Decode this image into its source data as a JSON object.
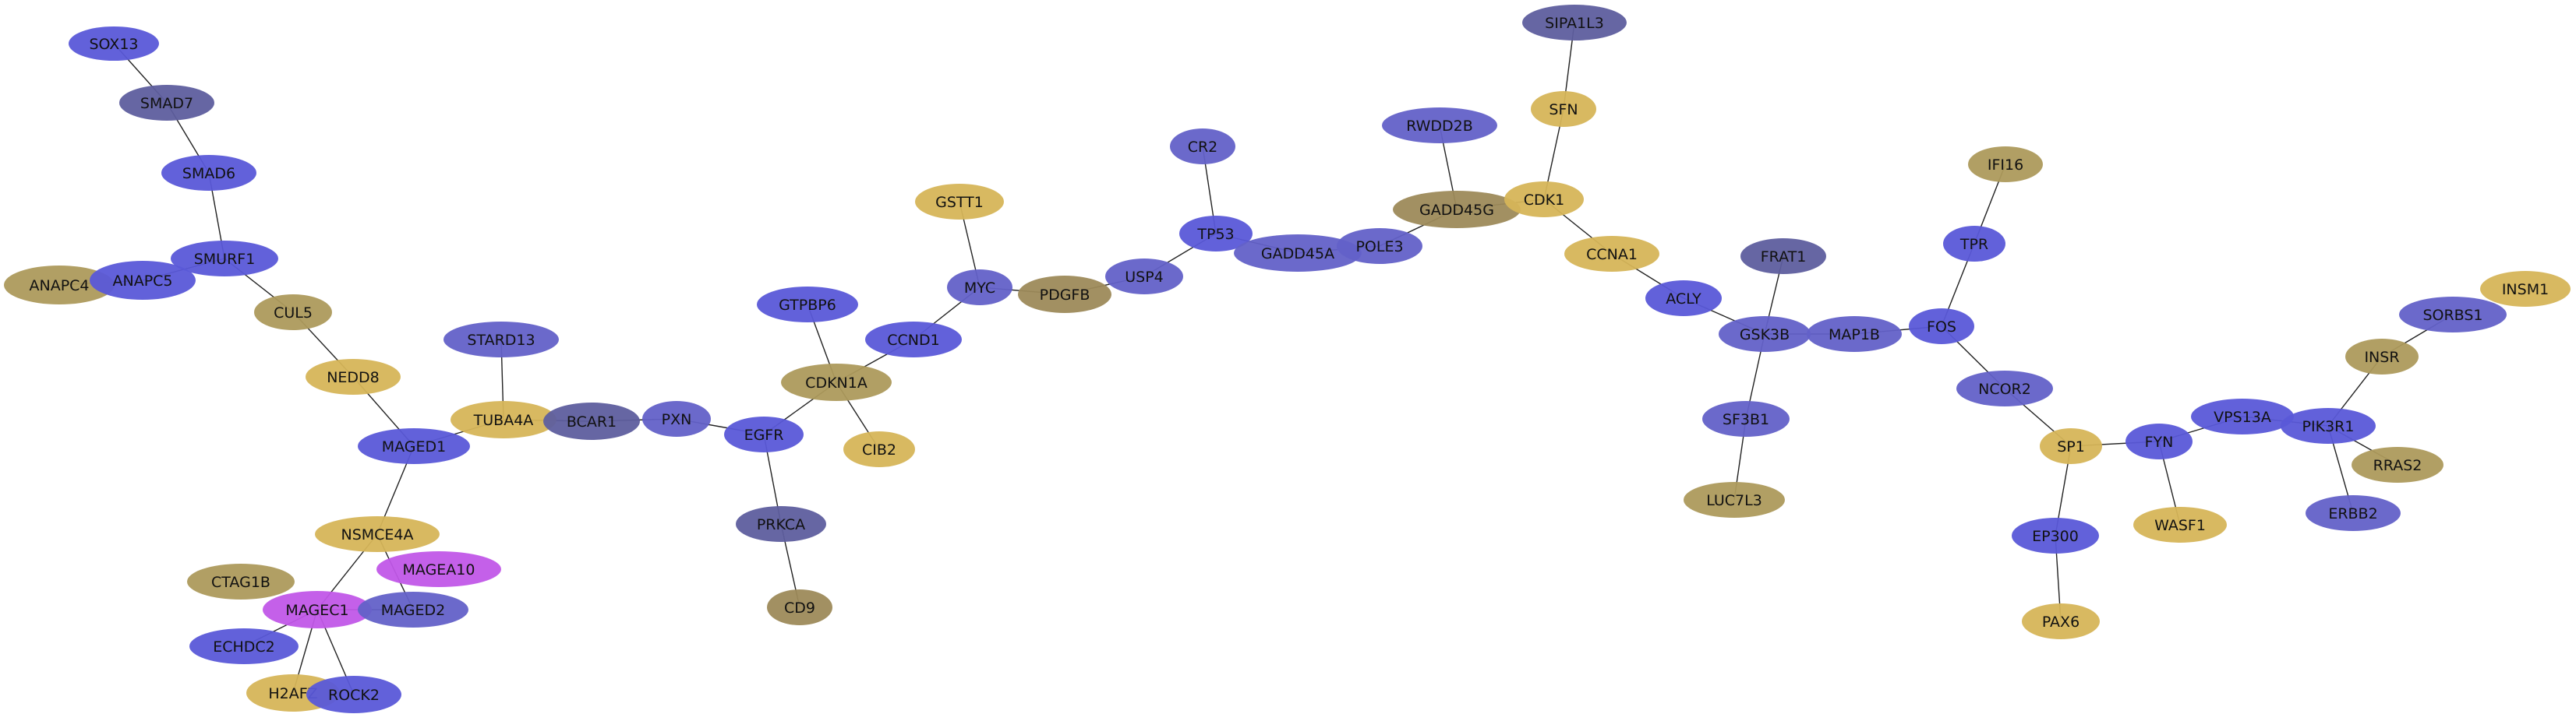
{
  "palette": {
    "blue": "#5a58d8",
    "slate": "#5e5e9e",
    "indigo": "#6361c8",
    "gold": "#d6b558",
    "olive": "#ad9a5c",
    "brown": "#9d8a5a",
    "purple": "#c157e8",
    "edge": "#222222",
    "background": "#ffffff"
  },
  "nodes": [
    {
      "id": "SOX13",
      "label": "SOX13",
      "color": "blue"
    },
    {
      "id": "SMAD7",
      "label": "SMAD7",
      "color": "slate"
    },
    {
      "id": "SMAD6",
      "label": "SMAD6",
      "color": "blue"
    },
    {
      "id": "SMURF1",
      "label": "SMURF1",
      "color": "blue"
    },
    {
      "id": "ANAPC4",
      "label": "ANAPC4",
      "color": "olive"
    },
    {
      "id": "ANAPC5",
      "label": "ANAPC5",
      "color": "blue"
    },
    {
      "id": "CUL5",
      "label": "CUL5",
      "color": "olive"
    },
    {
      "id": "NEDD8",
      "label": "NEDD8",
      "color": "gold"
    },
    {
      "id": "MAGED1",
      "label": "MAGED1",
      "color": "blue"
    },
    {
      "id": "NSMCE4A",
      "label": "NSMCE4A",
      "color": "gold"
    },
    {
      "id": "MAGEA10",
      "label": "MAGEA10",
      "color": "purple"
    },
    {
      "id": "CTAG1B",
      "label": "CTAG1B",
      "color": "olive"
    },
    {
      "id": "MAGEC1",
      "label": "MAGEC1",
      "color": "purple"
    },
    {
      "id": "MAGED2",
      "label": "MAGED2",
      "color": "indigo"
    },
    {
      "id": "ECHDC2",
      "label": "ECHDC2",
      "color": "blue"
    },
    {
      "id": "H2AFZ",
      "label": "H2AFZ",
      "color": "gold"
    },
    {
      "id": "ROCK2",
      "label": "ROCK2",
      "color": "blue"
    },
    {
      "id": "STARD13",
      "label": "STARD13",
      "color": "indigo"
    },
    {
      "id": "TUBA4A",
      "label": "TUBA4A",
      "color": "gold"
    },
    {
      "id": "BCAR1",
      "label": "BCAR1",
      "color": "slate"
    },
    {
      "id": "PXN",
      "label": "PXN",
      "color": "indigo"
    },
    {
      "id": "EGFR",
      "label": "EGFR",
      "color": "blue"
    },
    {
      "id": "PRKCA",
      "label": "PRKCA",
      "color": "slate"
    },
    {
      "id": "CD9",
      "label": "CD9",
      "color": "brown"
    },
    {
      "id": "GTPBP6",
      "label": "GTPBP6",
      "color": "blue"
    },
    {
      "id": "CDKN1A",
      "label": "CDKN1A",
      "color": "olive"
    },
    {
      "id": "CIB2",
      "label": "CIB2",
      "color": "gold"
    },
    {
      "id": "CCND1",
      "label": "CCND1",
      "color": "blue"
    },
    {
      "id": "GSTT1",
      "label": "GSTT1",
      "color": "gold"
    },
    {
      "id": "MYC",
      "label": "MYC",
      "color": "indigo"
    },
    {
      "id": "PDGFB",
      "label": "PDGFB",
      "color": "brown"
    },
    {
      "id": "USP4",
      "label": "USP4",
      "color": "indigo"
    },
    {
      "id": "CR2",
      "label": "CR2",
      "color": "indigo"
    },
    {
      "id": "TP53",
      "label": "TP53",
      "color": "blue"
    },
    {
      "id": "GADD45A",
      "label": "GADD45A",
      "color": "indigo"
    },
    {
      "id": "POLE3",
      "label": "POLE3",
      "color": "indigo"
    },
    {
      "id": "RWDD2B",
      "label": "RWDD2B",
      "color": "indigo"
    },
    {
      "id": "GADD45G",
      "label": "GADD45G",
      "color": "brown"
    },
    {
      "id": "SIPA1L3",
      "label": "SIPA1L3",
      "color": "slate"
    },
    {
      "id": "SFN",
      "label": "SFN",
      "color": "gold"
    },
    {
      "id": "CDK1",
      "label": "CDK1",
      "color": "gold"
    },
    {
      "id": "CCNA1",
      "label": "CCNA1",
      "color": "gold"
    },
    {
      "id": "ACLY",
      "label": "ACLY",
      "color": "blue"
    },
    {
      "id": "FRAT1",
      "label": "FRAT1",
      "color": "slate"
    },
    {
      "id": "GSK3B",
      "label": "GSK3B",
      "color": "indigo"
    },
    {
      "id": "SF3B1",
      "label": "SF3B1",
      "color": "indigo"
    },
    {
      "id": "LUC7L3",
      "label": "LUC7L3",
      "color": "olive"
    },
    {
      "id": "MAP1B",
      "label": "MAP1B",
      "color": "indigo"
    },
    {
      "id": "FOS",
      "label": "FOS",
      "color": "blue"
    },
    {
      "id": "TPR",
      "label": "TPR",
      "color": "blue"
    },
    {
      "id": "IFI16",
      "label": "IFI16",
      "color": "olive"
    },
    {
      "id": "NCOR2",
      "label": "NCOR2",
      "color": "indigo"
    },
    {
      "id": "SP1",
      "label": "SP1",
      "color": "gold"
    },
    {
      "id": "EP300",
      "label": "EP300",
      "color": "blue"
    },
    {
      "id": "PAX6",
      "label": "PAX6",
      "color": "gold"
    },
    {
      "id": "FYN",
      "label": "FYN",
      "color": "blue"
    },
    {
      "id": "WASF1",
      "label": "WASF1",
      "color": "gold"
    },
    {
      "id": "VPS13A",
      "label": "VPS13A",
      "color": "blue"
    },
    {
      "id": "PIK3R1",
      "label": "PIK3R1",
      "color": "blue"
    },
    {
      "id": "INSR",
      "label": "INSR",
      "color": "olive"
    },
    {
      "id": "SORBS1",
      "label": "SORBS1",
      "color": "indigo"
    },
    {
      "id": "INSM1",
      "label": "INSM1",
      "color": "gold"
    },
    {
      "id": "RRAS2",
      "label": "RRAS2",
      "color": "olive"
    },
    {
      "id": "ERBB2",
      "label": "ERBB2",
      "color": "indigo"
    }
  ],
  "edges": [
    [
      "SOX13",
      "SMAD7"
    ],
    [
      "SMAD7",
      "SMAD6"
    ],
    [
      "SMAD6",
      "SMURF1"
    ],
    [
      "SMURF1",
      "ANAPC5"
    ],
    [
      "ANAPC5",
      "ANAPC4"
    ],
    [
      "SMURF1",
      "CUL5"
    ],
    [
      "CUL5",
      "NEDD8"
    ],
    [
      "NEDD8",
      "MAGED1"
    ],
    [
      "MAGED1",
      "NSMCE4A"
    ],
    [
      "NSMCE4A",
      "MAGEC1"
    ],
    [
      "NSMCE4A",
      "MAGED2"
    ],
    [
      "MAGEC1",
      "MAGED2"
    ],
    [
      "MAGEC1",
      "ECHDC2"
    ],
    [
      "MAGEC1",
      "H2AFZ"
    ],
    [
      "MAGEC1",
      "ROCK2"
    ],
    [
      "MAGED1",
      "TUBA4A"
    ],
    [
      "STARD13",
      "TUBA4A"
    ],
    [
      "TUBA4A",
      "BCAR1"
    ],
    [
      "BCAR1",
      "PXN"
    ],
    [
      "PXN",
      "EGFR"
    ],
    [
      "EGFR",
      "PRKCA"
    ],
    [
      "PRKCA",
      "CD9"
    ],
    [
      "EGFR",
      "CDKN1A"
    ],
    [
      "GTPBP6",
      "CDKN1A"
    ],
    [
      "CDKN1A",
      "CIB2"
    ],
    [
      "CDKN1A",
      "CCND1"
    ],
    [
      "CCND1",
      "MYC"
    ],
    [
      "GSTT1",
      "MYC"
    ],
    [
      "MYC",
      "PDGFB"
    ],
    [
      "PDGFB",
      "USP4"
    ],
    [
      "USP4",
      "TP53"
    ],
    [
      "CR2",
      "TP53"
    ],
    [
      "TP53",
      "GADD45A"
    ],
    [
      "GADD45A",
      "POLE3"
    ],
    [
      "POLE3",
      "GADD45G"
    ],
    [
      "RWDD2B",
      "GADD45G"
    ],
    [
      "GADD45G",
      "CDK1"
    ],
    [
      "SIPA1L3",
      "SFN"
    ],
    [
      "SFN",
      "CDK1"
    ],
    [
      "CDK1",
      "CCNA1"
    ],
    [
      "CCNA1",
      "ACLY"
    ],
    [
      "ACLY",
      "GSK3B"
    ],
    [
      "FRAT1",
      "GSK3B"
    ],
    [
      "GSK3B",
      "SF3B1"
    ],
    [
      "SF3B1",
      "LUC7L3"
    ],
    [
      "GSK3B",
      "MAP1B"
    ],
    [
      "MAP1B",
      "FOS"
    ],
    [
      "FOS",
      "TPR"
    ],
    [
      "TPR",
      "IFI16"
    ],
    [
      "FOS",
      "NCOR2"
    ],
    [
      "NCOR2",
      "SP1"
    ],
    [
      "SP1",
      "EP300"
    ],
    [
      "EP300",
      "PAX6"
    ],
    [
      "SP1",
      "FYN"
    ],
    [
      "FYN",
      "WASF1"
    ],
    [
      "FYN",
      "VPS13A"
    ],
    [
      "VPS13A",
      "PIK3R1"
    ],
    [
      "PIK3R1",
      "INSR"
    ],
    [
      "INSR",
      "SORBS1"
    ],
    [
      "PIK3R1",
      "RRAS2"
    ],
    [
      "PIK3R1",
      "ERBB2"
    ]
  ]
}
